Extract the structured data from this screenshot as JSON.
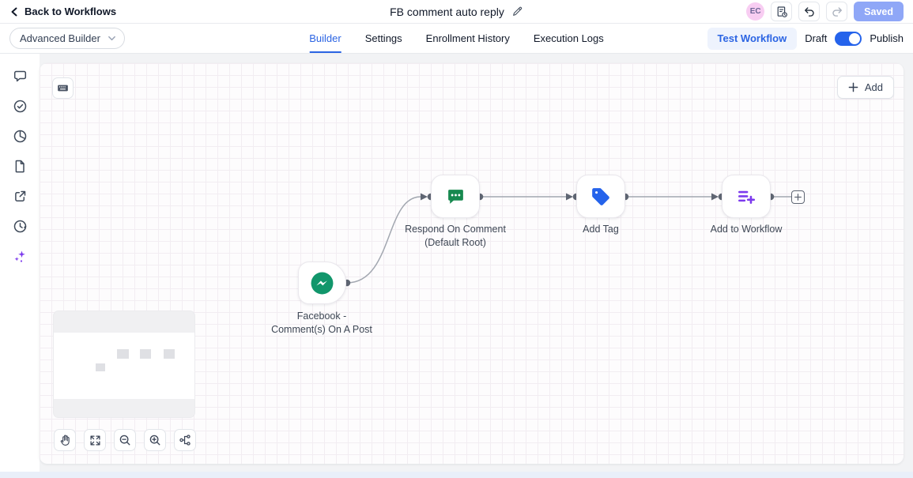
{
  "header": {
    "back_label": "Back to Workflows",
    "title": "FB comment auto reply",
    "avatar_initials": "EC",
    "saved_label": "Saved"
  },
  "menubar": {
    "builder_select": "Advanced Builder",
    "tabs": [
      {
        "label": "Builder",
        "active": true
      },
      {
        "label": "Settings",
        "active": false
      },
      {
        "label": "Enrollment History",
        "active": false
      },
      {
        "label": "Execution Logs",
        "active": false
      }
    ],
    "test_workflow_label": "Test Workflow",
    "draft_label": "Draft",
    "publish_label": "Publish",
    "publish_toggle_on": true
  },
  "sidebar": {
    "icons": [
      "comment-icon",
      "check-circle-icon",
      "pie-chart-icon",
      "document-icon",
      "external-link-icon",
      "history-icon",
      "ai-sparkles-icon"
    ]
  },
  "canvas": {
    "add_button_label": "Add",
    "nodes": {
      "trigger": {
        "label_line1": "Facebook -",
        "label_line2": "Comment(s) On A Post",
        "icon": "messenger-icon"
      },
      "respond": {
        "label": "Respond On Comment",
        "sublabel": "(Default Root)",
        "icon": "comment-dots-icon"
      },
      "add_tag": {
        "label": "Add Tag",
        "icon": "tag-icon"
      },
      "add_to_workflow": {
        "label": "Add to Workflow",
        "icon": "playlist-add-icon"
      }
    }
  },
  "colors": {
    "accent_blue": "#2b64e3",
    "saved_button_blue": "#8fa7f7",
    "avatar_pink": "#f8cdf2",
    "trigger_green": "#11966b",
    "respond_green": "#17894f",
    "tag_blue": "#2563eb",
    "workflow_purple": "#7c3aed",
    "edge_gray": "#a2a7b0"
  }
}
